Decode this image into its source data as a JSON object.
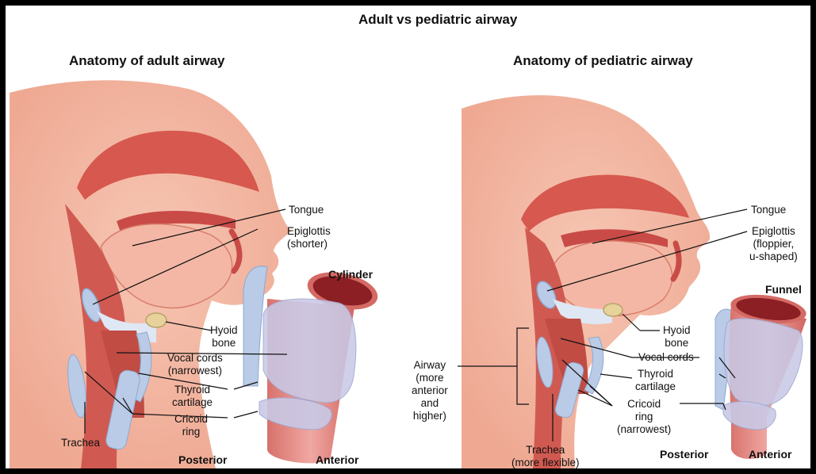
{
  "title": "Adult vs pediatric airway",
  "adult": {
    "heading": "Anatomy of adult airway",
    "labels": {
      "tongue": "Tongue",
      "epiglottis": "Epiglottis\n(shorter)",
      "hyoid": "Hyoid\nbone",
      "vocal_cords": "Vocal cords\n(narrowest)",
      "thyroid": "Thyroid\ncartilage",
      "cricoid": "Cricoid\nring",
      "trachea": "Trachea"
    },
    "shape": "Cylinder",
    "posterior": "Posterior",
    "anterior": "Anterior"
  },
  "pediatric": {
    "heading": "Anatomy of pediatric airway",
    "labels": {
      "tongue": "Tongue",
      "epiglottis": "Epiglottis\n(floppier,\nu-shaped)",
      "hyoid": "Hyoid\nbone",
      "vocal_cords": "Vocal cords",
      "thyroid": "Thyroid\ncartilage",
      "cricoid": "Cricoid\nring\n(narrowest)",
      "trachea": "Trachea\n(more flexible)",
      "airway": "Airway\n(more\nanterior\nand\nhigher)"
    },
    "shape": "Funnel",
    "posterior": "Posterior",
    "anterior": "Anterior"
  },
  "colors": {
    "skin": "#f2b9a4",
    "tissue_dark": "#d6584f",
    "cartilage": "#b9cbe6",
    "hyoid": "#e6d29a",
    "tube": "#e58b86"
  }
}
